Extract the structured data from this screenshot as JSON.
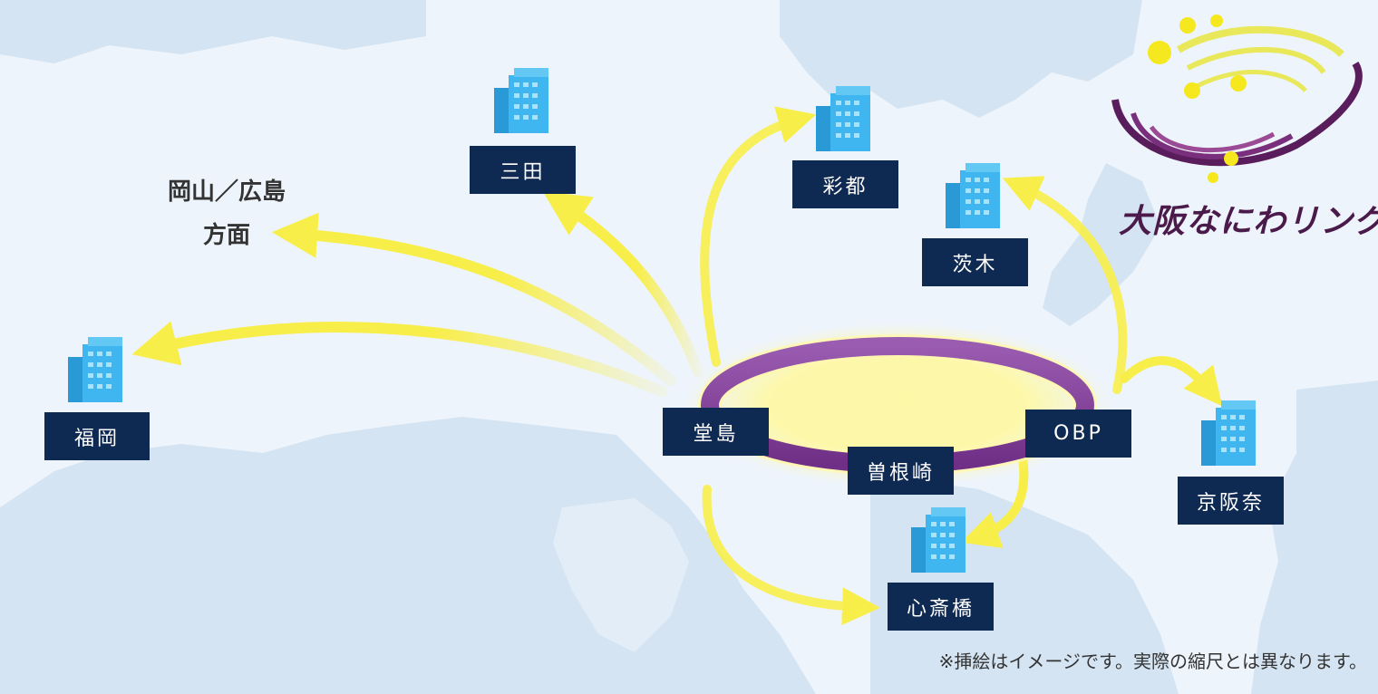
{
  "map": {
    "locations": {
      "dojima": "堂島",
      "obp": "OBP",
      "sonezaki": "曽根崎",
      "shinsaibashi": "心斎橋",
      "fukuoka": "福岡",
      "sanda": "三田",
      "saito": "彩都",
      "ibaraki": "茨木",
      "keihanna": "京阪奈"
    },
    "direction_label": {
      "line1": "岡山／広島",
      "line2": "方面"
    },
    "ring_color": "#8a4a9c",
    "arrow_color": "#f8ee4a",
    "label_bg": "#0f2a52",
    "building_color": "#3fb6f0"
  },
  "logo": {
    "text": "大阪なにわリング"
  },
  "footnote": "※挿絵はイメージです。実際の縮尺とは異なります。"
}
